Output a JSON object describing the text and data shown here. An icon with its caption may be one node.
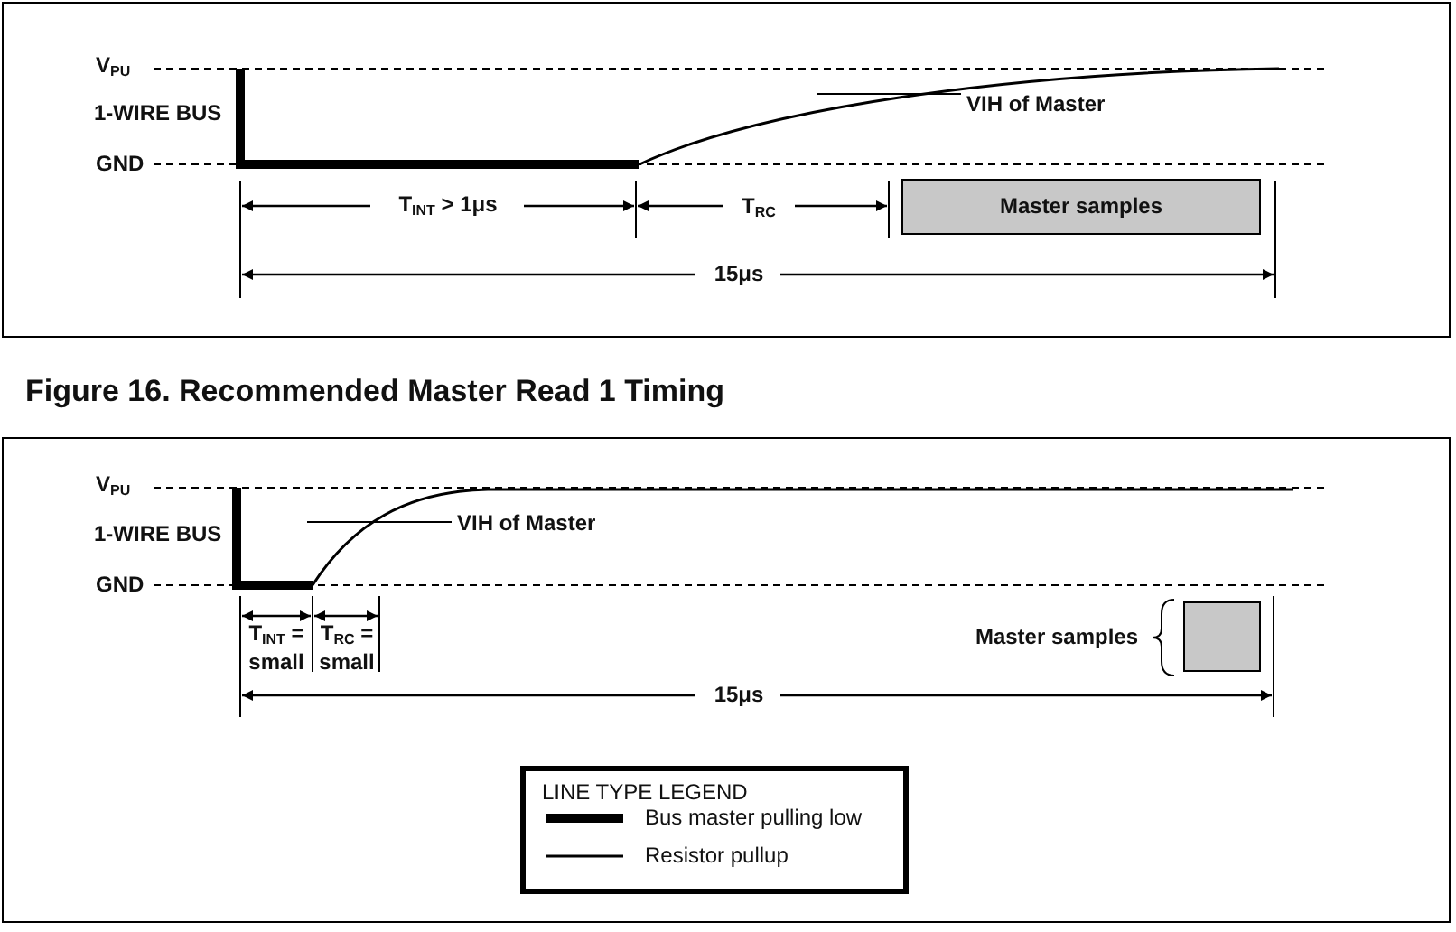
{
  "diagram": {
    "title": "Figure 16. Recommended Master Read 1 Timing",
    "nodes": [
      {
        "text": [
          "Master samples"
        ]
      },
      {
        "text": [],
        "shape": "box",
        "beside": [
          "Master samples"
        ]
      }
    ],
    "labels": [
      "V$_{PU}$",
      "1-WIRE BUS",
      "GND",
      "VIH of Master",
      "T$_{INT}$ > 1μs",
      "T$_{RC}$",
      "15μs",
      "V$_{PU}$",
      "1-WIRE BUS",
      "GND",
      "VIH of Master",
      "T$_{INT}$ = small",
      "T$_{RC}$ = small",
      "15μs",
      "LINE TYPE LEGEND"
    ],
    "legend": [
      {
        "text": "Bus master pulling low"
      },
      {
        "text": "Resistor pullup"
      }
    ]
  }
}
